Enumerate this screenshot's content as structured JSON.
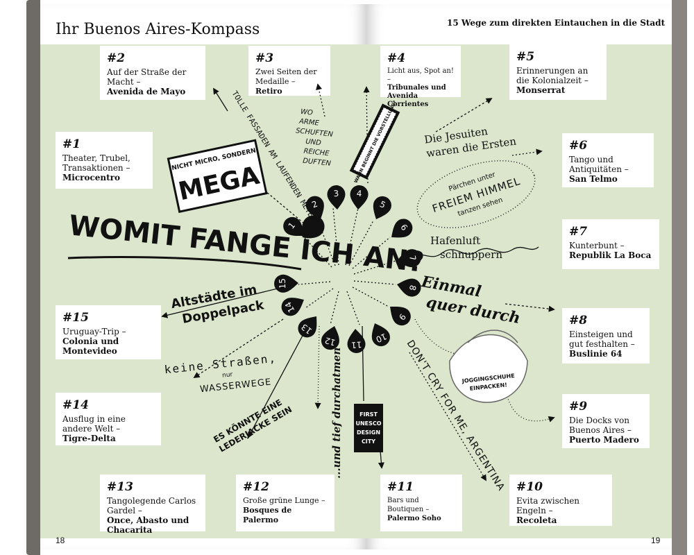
{
  "left_page": {
    "title": "Ihr Buenos Aires-Kompass",
    "page_number": "18"
  },
  "right_page": {
    "subtitle": "15 Wege zum direkten Eintauchen in die Stadt",
    "page_number": "19"
  },
  "destinations": [
    {
      "num": "#1",
      "desc": "Theater, Trubel, Transaktionen –",
      "place": "Microcentro"
    },
    {
      "num": "#2",
      "desc": "Auf der Straße der Macht –",
      "place": "Avenida de Mayo"
    },
    {
      "num": "#3",
      "desc": "Zwei Seiten der Medaille –",
      "place": "Retiro"
    },
    {
      "num": "#4",
      "desc": "Licht aus, Spot an! –",
      "place": "Tribunales und Avenida Corrientes"
    },
    {
      "num": "#5",
      "desc": "Erinnerungen an die Kolonialzeit –",
      "place": "Monserrat"
    },
    {
      "num": "#6",
      "desc": "Tango und Antiquitäten –",
      "place": "San Telmo"
    },
    {
      "num": "#7",
      "desc": "Kunterbunt –",
      "place": "Republik La Boca"
    },
    {
      "num": "#8",
      "desc": "Einsteigen und gut festhalten –",
      "place": "Buslinie 64"
    },
    {
      "num": "#9",
      "desc": "Die Docks von Buenos Aires –",
      "place": "Puerto Madero"
    },
    {
      "num": "#10",
      "desc": "Evita zwischen Engeln –",
      "place": "Recoleta"
    },
    {
      "num": "#11",
      "desc": "Bars und Boutiquen –",
      "place": "Palermo Soho"
    },
    {
      "num": "#12",
      "desc": "Große grüne Lunge –",
      "place": "Bosques de Palermo"
    },
    {
      "num": "#13",
      "desc": "Tangolegende Carlos Gardel –",
      "place": "Once, Abasto und Chacarita"
    },
    {
      "num": "#14",
      "desc": "Ausflug in eine andere Welt –",
      "place": "Tigre-Delta"
    },
    {
      "num": "#15",
      "desc": "Uruguay-Trip –",
      "place": "Colonia und Montevideo"
    }
  ],
  "pins": [
    "1",
    "2",
    "3",
    "4",
    "5",
    "6",
    "7",
    "8",
    "9",
    "10",
    "11",
    "12",
    "13",
    "14",
    "15"
  ],
  "annotations": {
    "main_question": "WOMIT FANGE ICH AN?",
    "mega_small": "NICHT MICRO, SONDERN",
    "mega_big": "MEGA",
    "tolle": "TOLLE FASSADEN AM LAUFENDEN METER",
    "arme_1": "WO",
    "arme_2": "ARME",
    "arme_3": "SCHUFTEN",
    "arme_4": "UND",
    "arme_5": "REICHE",
    "arme_6": "DUFTEN",
    "vorstellung": "WANN BEGINNT DIE VORSTELLUNG?",
    "jesuiten_1": "Die Jesuiten",
    "jesuiten_2": "waren die Ersten",
    "himmel_1": "Pärchen unter",
    "himmel_2": "FREIEM HIMMEL",
    "himmel_3": "tanzen sehen",
    "hafen_1": "Hafenluft",
    "hafen_2": "schnuppern",
    "quer_1": "Einmal",
    "quer_2": "quer durch",
    "jogging_1": "JOGGINGSCHUHE",
    "jogging_2": "EINPACKEN!",
    "altstaedte_1": "Altstädte im",
    "altstaedte_2": "Doppelpack",
    "keine_1": "keine Straßen,",
    "keine_2": "nur",
    "keine_3": "WASSERWEGE",
    "lederjacke_1": "ES KÖNNTE EINE",
    "lederjacke_2": "LEDERJACKE SEIN",
    "durchatmen": "...und tief durchatmen",
    "unesco_1": "FIRST",
    "unesco_2": "UNESCO",
    "unesco_3": "DESIGN",
    "unesco_4": "CITY",
    "evita": "DON'T CRY FOR ME, ARGENTINA"
  },
  "colors": {
    "band": "#dbe6cc",
    "ink": "#111111",
    "paper": "#ffffff"
  }
}
